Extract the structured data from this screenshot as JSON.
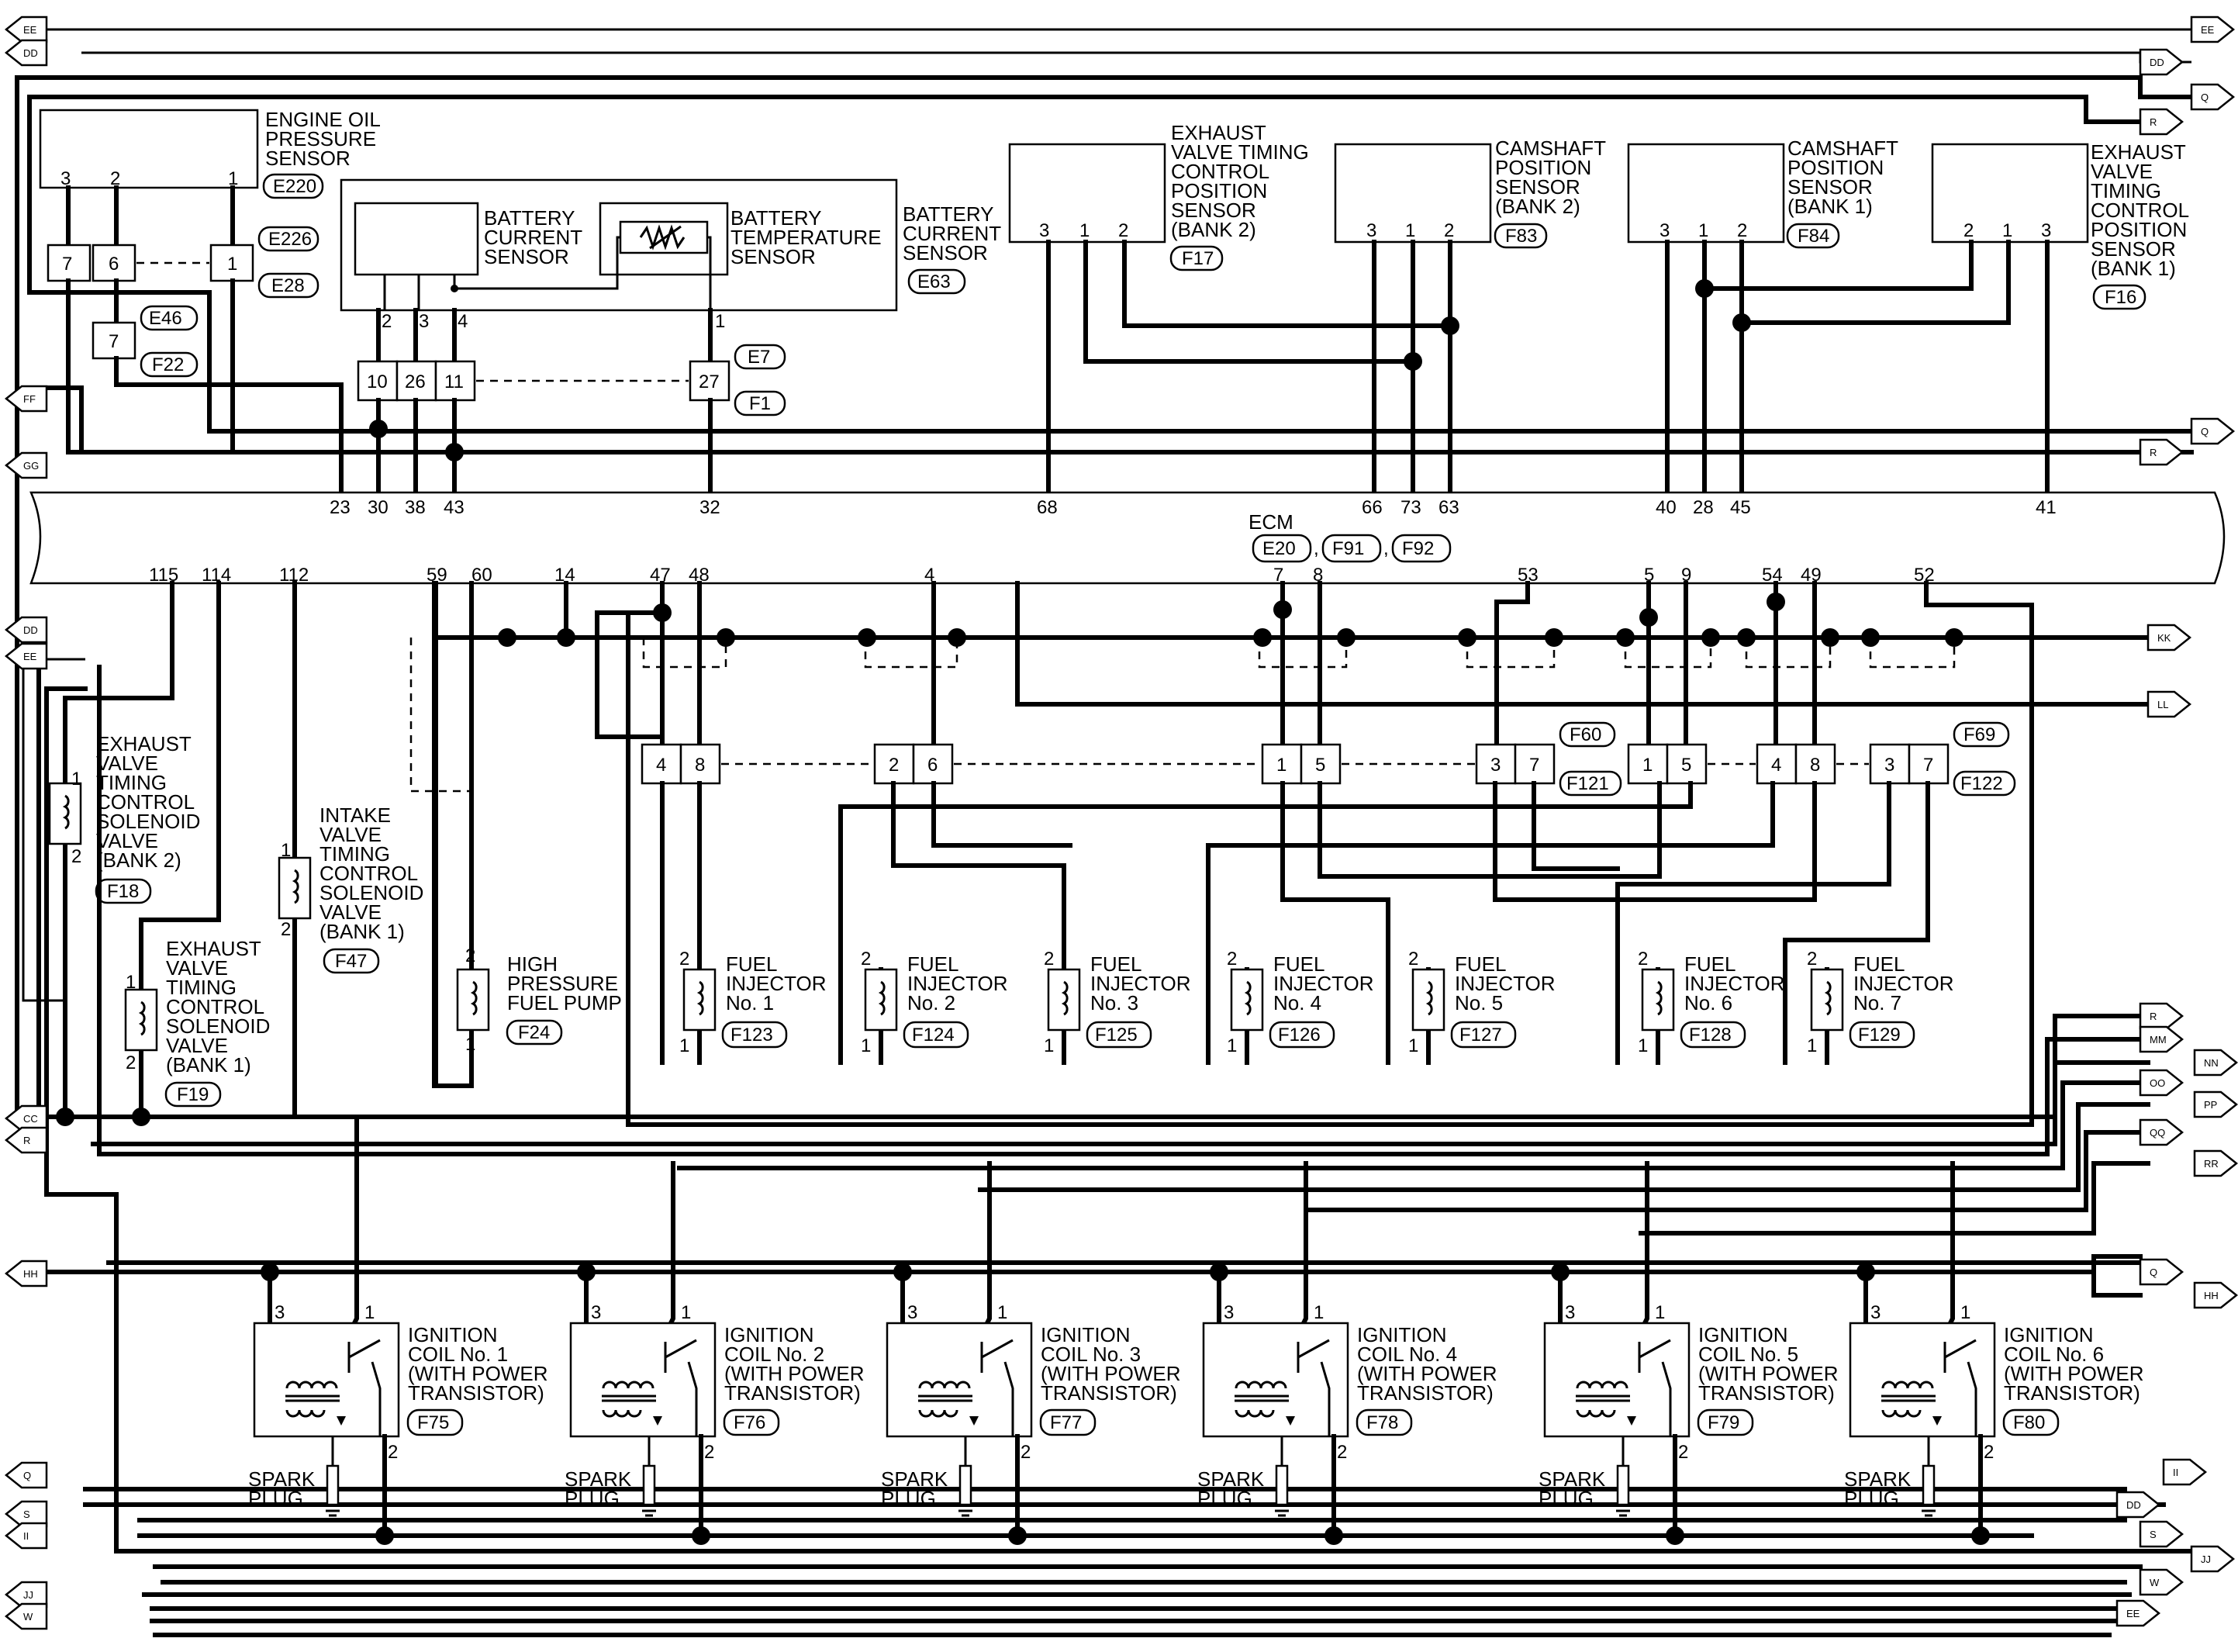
{
  "ecm": {
    "name": "ECM",
    "connectors": [
      "E20",
      "F91",
      "F92"
    ]
  },
  "sensors": {
    "oil_pressure": {
      "lines": [
        "ENGINE OIL",
        "PRESSURE",
        "SENSOR"
      ],
      "conn": "E220",
      "pins": [
        "3",
        "2",
        "1"
      ]
    },
    "battery_current": {
      "lines": [
        "BATTERY",
        "CURRENT",
        "SENSOR"
      ],
      "conn": "E63"
    },
    "battery_current_inner": {
      "lines": [
        "BATTERY",
        "CURRENT",
        "SENSOR"
      ]
    },
    "battery_temp": {
      "lines": [
        "BATTERY",
        "TEMPERATURE",
        "SENSOR"
      ]
    },
    "batt_pins": [
      "2",
      "3",
      "4",
      "1"
    ],
    "exh_vtc_pos_b2": {
      "lines": [
        "EXHAUST",
        "VALVE TIMING",
        "CONTROL",
        "POSITION",
        "SENSOR",
        "(BANK 2)"
      ],
      "conn": "F17",
      "pins": [
        "3",
        "1",
        "2"
      ]
    },
    "cam_b2": {
      "lines": [
        "CAMSHAFT",
        "POSITION",
        "SENSOR",
        "(BANK 2)"
      ],
      "conn": "F83",
      "pins": [
        "3",
        "1",
        "2"
      ]
    },
    "cam_b1": {
      "lines": [
        "CAMSHAFT",
        "POSITION",
        "SENSOR",
        "(BANK 1)"
      ],
      "conn": "F84",
      "pins": [
        "3",
        "1",
        "2"
      ]
    },
    "exh_vtc_pos_b1": {
      "lines": [
        "EXHAUST",
        "VALVE",
        "TIMING",
        "CONTROL",
        "POSITION",
        "SENSOR",
        "(BANK 1)"
      ],
      "conn": "F16",
      "pins": [
        "2",
        "1",
        "3"
      ]
    }
  },
  "junctions": {
    "j1": {
      "pins": [
        "7",
        "6",
        "1"
      ],
      "conn_a": "E226",
      "conn_b": "E28"
    },
    "j2": {
      "pins": [
        "7"
      ],
      "conn_a": "E46",
      "conn_b": "F22"
    },
    "j3": {
      "pins": [
        "10",
        "26",
        "11",
        "27"
      ],
      "conn_a": "E7",
      "conn_b": "F1"
    },
    "j4": {
      "pins": [
        "4",
        "8",
        "2",
        "6",
        "1",
        "5",
        "3",
        "7"
      ],
      "conn_a": "F60",
      "conn_b": "F121"
    },
    "j5": {
      "pins": [
        "1",
        "5",
        "4",
        "8",
        "3",
        "7"
      ],
      "conn_a": "F69",
      "conn_b": "F122"
    }
  },
  "ecm_pins_top": [
    "23",
    "30",
    "38",
    "43",
    "32",
    "68",
    "66",
    "73",
    "63",
    "40",
    "28",
    "45",
    "41"
  ],
  "ecm_pins_bottom": [
    "115",
    "114",
    "112",
    "59",
    "60",
    "14",
    "47",
    "48",
    "4",
    "7",
    "8",
    "53",
    "5",
    "9",
    "54",
    "49",
    "52"
  ],
  "solenoids": {
    "exh_b2": {
      "lines": [
        "EXHAUST",
        "VALVE",
        "TIMING",
        "CONTROL",
        "SOLENOID",
        "VALVE",
        "(BANK 2)"
      ],
      "conn": "F18",
      "pins": [
        "1",
        "2"
      ]
    },
    "intake_b1": {
      "lines": [
        "INTAKE",
        "VALVE",
        "TIMING",
        "CONTROL",
        "SOLENOID",
        "VALVE",
        "(BANK 1)"
      ],
      "conn": "F47",
      "pins": [
        "1",
        "2"
      ]
    },
    "exh_b1": {
      "lines": [
        "EXHAUST",
        "VALVE",
        "TIMING",
        "CONTROL",
        "SOLENOID",
        "VALVE",
        "(BANK 1)"
      ],
      "conn": "F19",
      "pins": [
        "1",
        "2"
      ]
    },
    "fuel_pump": {
      "lines": [
        "HIGH",
        "PRESSURE",
        "FUEL PUMP"
      ],
      "conn": "F24",
      "pins": [
        "2",
        "1"
      ]
    }
  },
  "injectors": [
    {
      "lines": [
        "FUEL",
        "INJECTOR",
        "No. 1"
      ],
      "conn": "F123"
    },
    {
      "lines": [
        "FUEL",
        "INJECTOR",
        "No. 2"
      ],
      "conn": "F124"
    },
    {
      "lines": [
        "FUEL",
        "INJECTOR",
        "No. 3"
      ],
      "conn": "F125"
    },
    {
      "lines": [
        "FUEL",
        "INJECTOR",
        "No. 4"
      ],
      "conn": "F126"
    },
    {
      "lines": [
        "FUEL",
        "INJECTOR",
        "No. 5"
      ],
      "conn": "F127"
    },
    {
      "lines": [
        "FUEL",
        "INJECTOR",
        "No. 6"
      ],
      "conn": "F128"
    },
    {
      "lines": [
        "FUEL",
        "INJECTOR",
        "No. 7"
      ],
      "conn": "F129"
    }
  ],
  "injector_pins": [
    "2",
    "1"
  ],
  "coils": [
    {
      "lines": [
        "IGNITION",
        "COIL No. 1",
        "(WITH POWER",
        "TRANSISTOR)"
      ],
      "conn": "F75"
    },
    {
      "lines": [
        "IGNITION",
        "COIL No. 2",
        "(WITH POWER",
        "TRANSISTOR)"
      ],
      "conn": "F76"
    },
    {
      "lines": [
        "IGNITION",
        "COIL No. 3",
        "(WITH POWER",
        "TRANSISTOR)"
      ],
      "conn": "F77"
    },
    {
      "lines": [
        "IGNITION",
        "COIL No. 4",
        "(WITH POWER",
        "TRANSISTOR)"
      ],
      "conn": "F78"
    },
    {
      "lines": [
        "IGNITION",
        "COIL No. 5",
        "(WITH POWER",
        "TRANSISTOR)"
      ],
      "conn": "F79"
    },
    {
      "lines": [
        "IGNITION",
        "COIL No. 6",
        "(WITH POWER",
        "TRANSISTOR)"
      ],
      "conn": "F80"
    }
  ],
  "coil_pins": [
    "3",
    "1",
    "2"
  ],
  "spark_plug": [
    "SPARK",
    "PLUG"
  ],
  "connector_tags": {
    "left": [
      "EE",
      "DD",
      "FF",
      "GG",
      "DD",
      "EE",
      "CC",
      "R",
      "HH",
      "Q",
      "S",
      "II",
      "JJ",
      "W"
    ],
    "right": [
      "EE",
      "DD",
      "Q",
      "R",
      "Q",
      "R",
      "KK",
      "LL",
      "R",
      "MM",
      "NN",
      "OO",
      "PP",
      "QQ",
      "RR",
      "Q",
      "HH",
      "II",
      "DD",
      "S",
      "JJ",
      "W",
      "EE"
    ]
  }
}
